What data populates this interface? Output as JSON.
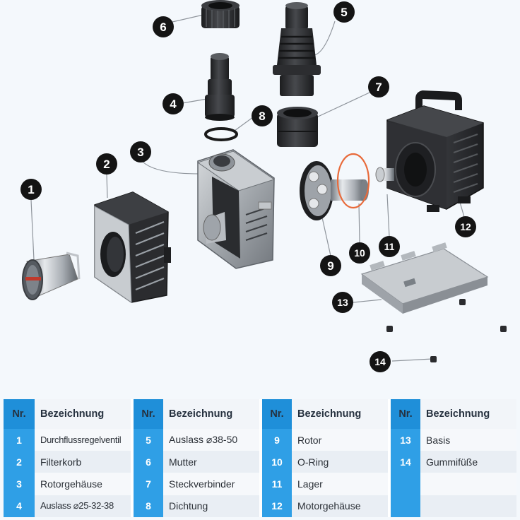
{
  "parts": [
    {
      "nr": "1",
      "label": "Durchflussregelventil"
    },
    {
      "nr": "2",
      "label": "Filterkorb"
    },
    {
      "nr": "3",
      "label": "Rotorgehäuse"
    },
    {
      "nr": "4",
      "label": "Auslass ⌀25-32-38"
    },
    {
      "nr": "5",
      "label": "Auslass ⌀38-50"
    },
    {
      "nr": "6",
      "label": "Mutter"
    },
    {
      "nr": "7",
      "label": "Steckverbinder"
    },
    {
      "nr": "8",
      "label": "Dichtung"
    },
    {
      "nr": "9",
      "label": "Rotor"
    },
    {
      "nr": "10",
      "label": "O-Ring"
    },
    {
      "nr": "11",
      "label": "Lager"
    },
    {
      "nr": "12",
      "label": "Motorgehäuse"
    },
    {
      "nr": "13",
      "label": "Basis"
    },
    {
      "nr": "14",
      "label": "Gummifüße"
    }
  ],
  "table": {
    "header_nr": "Nr.",
    "header_name": "Bezeichnung"
  },
  "colors": {
    "badge": "#141414",
    "nr_column": "#2f9fe6",
    "o_ring": "#e86a3a"
  }
}
